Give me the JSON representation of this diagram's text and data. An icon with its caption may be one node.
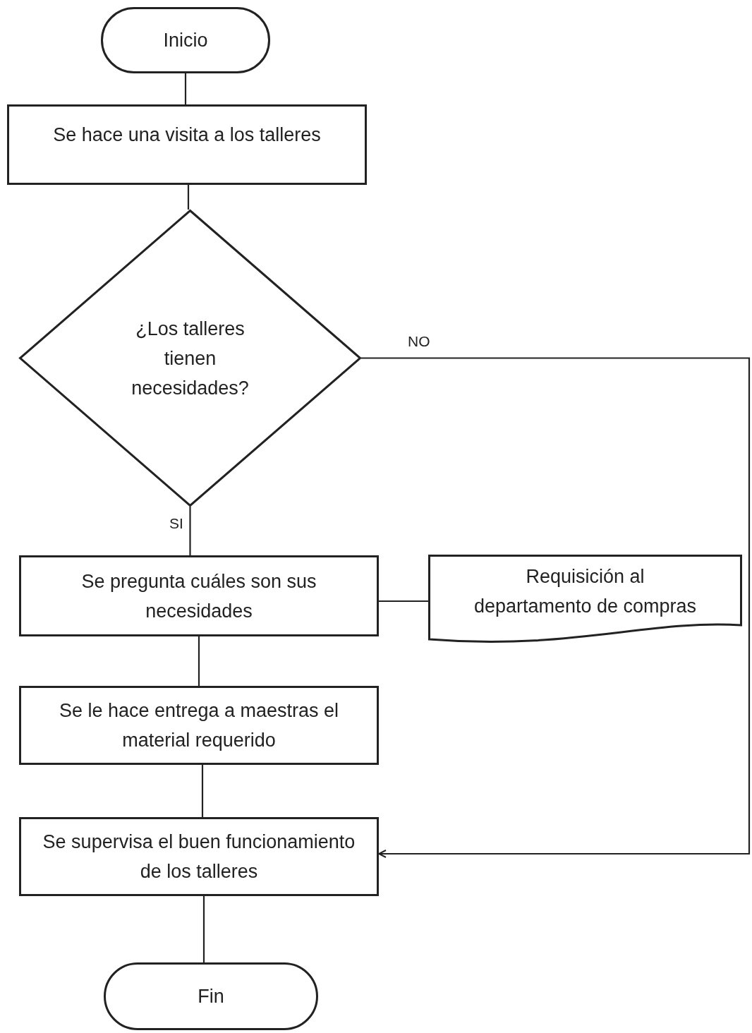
{
  "diagram": {
    "nodes": [
      {
        "text": [
          "Inicio"
        ]
      },
      {
        "text": [
          "Se hace una visita a los talleres"
        ]
      },
      {
        "text": [
          "¿Los talleres tienen necesidades?"
        ]
      },
      {
        "text": [
          "Se pregunta cuáles son sus necesidades"
        ]
      },
      {
        "text": [
          "Requisición al departamento de compras"
        ]
      },
      {
        "text": [
          "Se le hace entrega a maestras el material requerido"
        ]
      },
      {
        "text": [
          "Se supervisa el buen funcionamiento de los talleres"
        ]
      },
      {
        "text": [
          "Fin"
        ]
      }
    ],
    "edges": [
      {
        "from": 0,
        "to": 1,
        "arrow": "none"
      },
      {
        "from": 1,
        "to": 2,
        "arrow": "none"
      },
      {
        "from": 2,
        "to": 3,
        "arrow": "none",
        "label": "SI"
      },
      {
        "from": 3,
        "to": 4,
        "arrow": "none"
      },
      {
        "from": 3,
        "to": 5,
        "arrow": "none"
      },
      {
        "from": 5,
        "to": 6,
        "arrow": "none"
      },
      {
        "from": 6,
        "to": 7,
        "arrow": "none"
      },
      {
        "from": 2,
        "to": 6,
        "arrow": "to",
        "label": "NO"
      }
    ]
  }
}
